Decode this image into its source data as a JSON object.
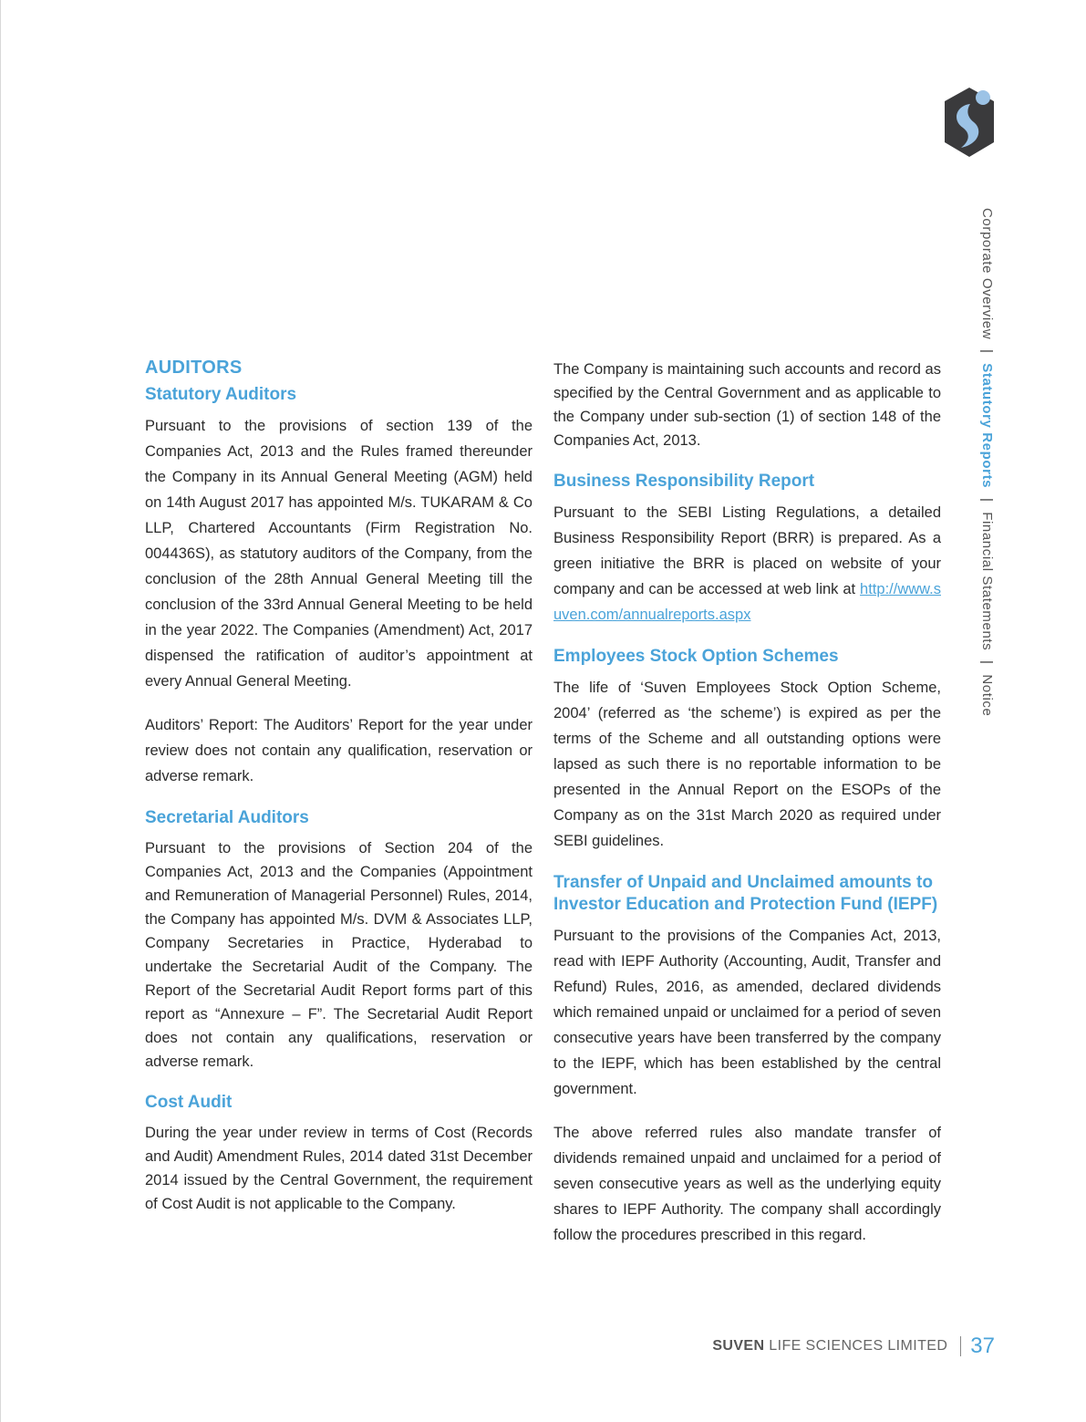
{
  "side_nav": {
    "item1": "Corporate Overview",
    "item2": "Statutory Reports",
    "item3": "Financial Statements",
    "item4": "Notice",
    "separator": "|"
  },
  "left": {
    "heading": "AUDITORS",
    "statutory_title": "Statutory Auditors",
    "statutory_p1": "Pursuant to the provisions of section 139 of the Companies Act, 2013 and the Rules framed thereunder the Company in its Annual General Meeting (AGM) held on 14th August 2017 has appointed M/s. TUKARAM & Co LLP, Chartered Accountants (Firm Registration No. 004436S), as statutory auditors of the Company, from the conclusion of the 28th Annual General Meeting till the conclusion of the 33rd Annual General Meeting to be held in the year 2022. The Companies (Amendment) Act, 2017 dispensed the ratification of auditor’s appointment at every Annual General Meeting.",
    "statutory_p2": "Auditors’ Report: The Auditors’ Report for the year under review does not contain any qualification, reservation or adverse remark.",
    "secretarial_title": "Secretarial Auditors",
    "secretarial_p": "Pursuant to the provisions of Section 204 of the Companies Act, 2013 and the Companies (Appointment and Remuneration of Managerial Personnel) Rules, 2014, the Company has appointed M/s. DVM & Associates LLP, Company Secretaries in Practice, Hyderabad to undertake the Secretarial Audit of the Company. The Report of the Secretarial Audit Report forms part of this report as “Annexure – F”. The Secretarial Audit Report does not contain any qualifications, reservation or adverse remark.",
    "cost_title": "Cost Audit",
    "cost_p": "During the year under review in terms of Cost (Records and Audit) Amendment Rules, 2014 dated 31st December 2014 issued by the Central Government, the requirement of Cost Audit is not applicable to the Company."
  },
  "right": {
    "intro_p": "The Company is maintaining such accounts and record as specified by the Central Government and as applicable to the Company under sub-section (1) of section 148 of the Companies Act, 2013.",
    "brr_title": "Business Responsibility Report",
    "brr_p": "Pursuant to the SEBI Listing Regulations, a detailed Business Responsibility Report (BRR) is prepared. As a green initiative the BRR is placed on website of your company and can be accessed at web link at ",
    "brr_link": "http://www.suven.com/annualreports.aspx",
    "esop_title": "Employees Stock Option Schemes",
    "esop_p": "The life of ‘Suven Employees Stock Option Scheme, 2004’ (referred as ‘the scheme’) is expired as per the terms of the Scheme and all outstanding options were lapsed as such there is no reportable information to be presented in the Annual Report on the ESOPs of the Company as on the 31st March 2020 as required under SEBI guidelines.",
    "iepf_title": "Transfer of Unpaid and Unclaimed amounts to Investor Education and Protection Fund (IEPF)",
    "iepf_p1": "Pursuant to the provisions of the Companies Act, 2013, read with IEPF Authority (Accounting, Audit, Transfer and Refund) Rules, 2016, as amended, declared dividends which remained unpaid or unclaimed for a period of seven consecutive years have been transferred by the company to the IEPF, which has been established by the central government.",
    "iepf_p2": "The above referred rules also mandate transfer of dividends remained unpaid and unclaimed for a period of seven consecutive years as well as the underlying equity shares to IEPF Authority. The company shall accordingly follow the procedures prescribed in this regard."
  },
  "footer": {
    "brand_bold": "SUVEN",
    "brand_rest": " LIFE SCIENCES LIMITED",
    "page_number": "37"
  },
  "colors": {
    "accent": "#4aa3d9",
    "logo_dark": "#3a3a3c",
    "logo_light": "#9cc3e6"
  }
}
